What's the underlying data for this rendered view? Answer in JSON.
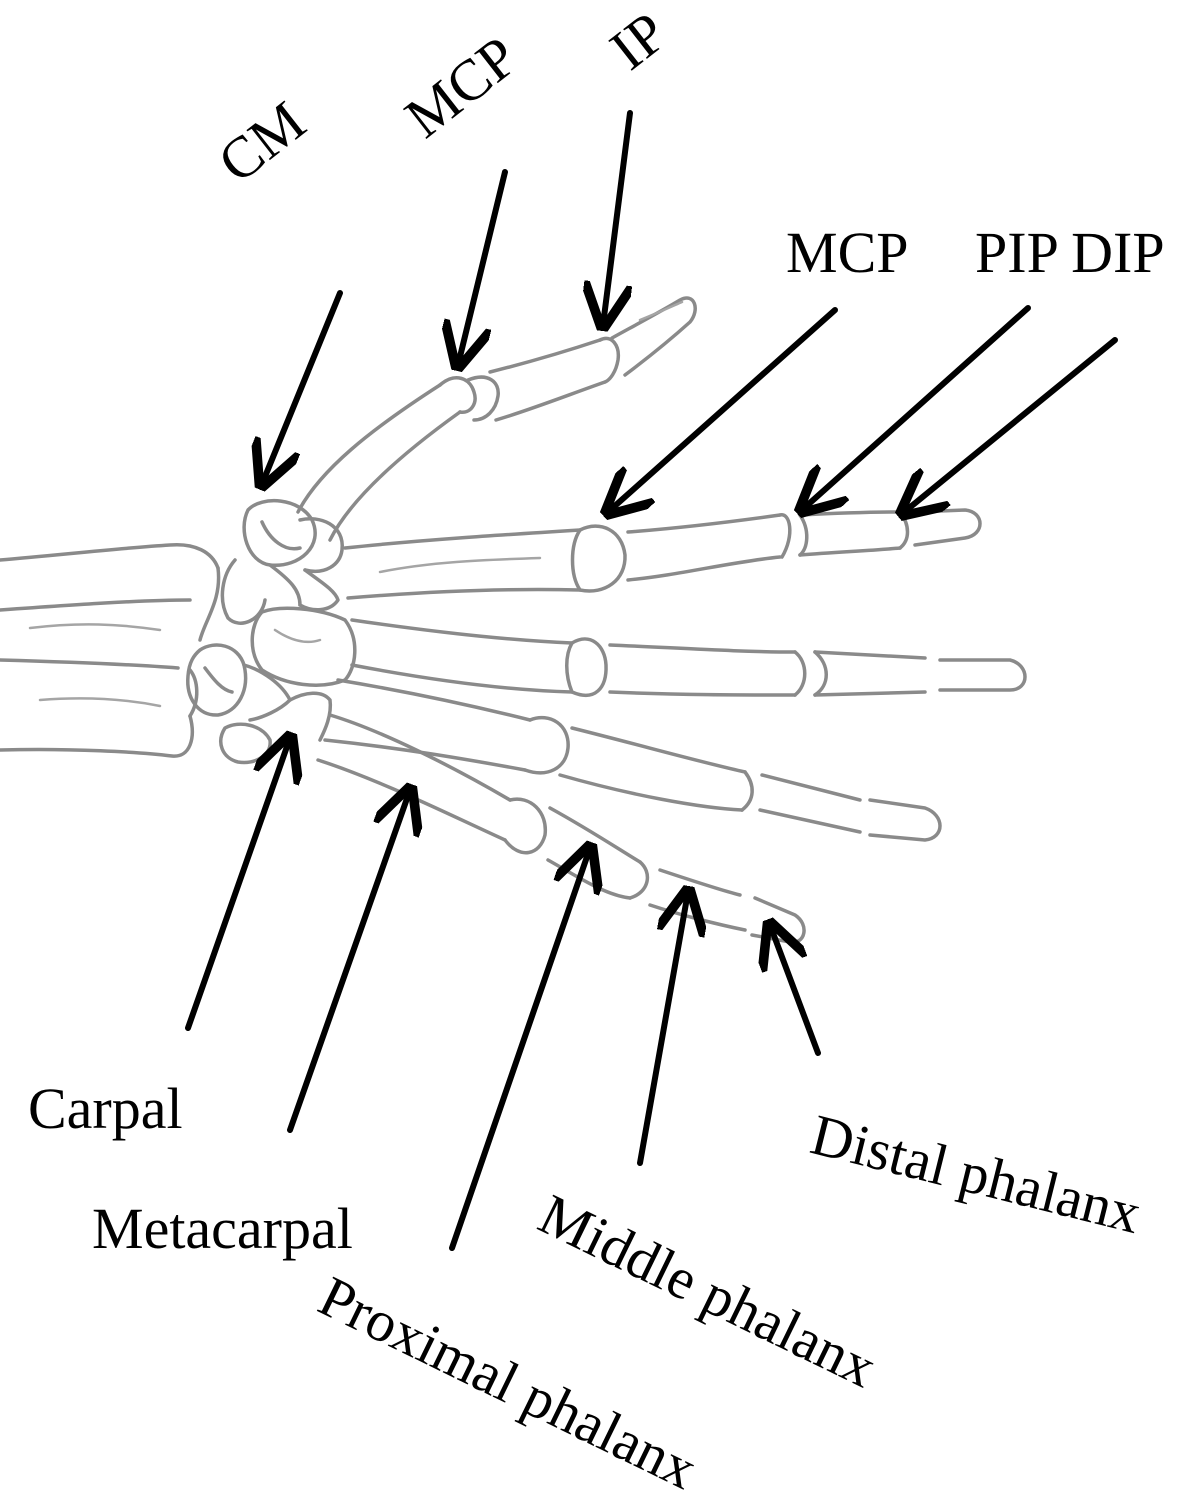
{
  "labels": {
    "cm": "CM",
    "mcp_thumb": "MCP",
    "ip": "IP",
    "mcp_finger": "MCP",
    "pip_dip": "PIP DIP",
    "carpal": "Carpal",
    "metacarpal": "Metacarpal",
    "proximal_phalanx": "Proximal phalanx",
    "middle_phalanx": "Middle phalanx",
    "distal_phalanx": "Distal phalanx"
  },
  "colors": {
    "bone_outline": "#8a8a8a",
    "arrow": "#000000",
    "text": "#000000",
    "background": "#ffffff"
  }
}
